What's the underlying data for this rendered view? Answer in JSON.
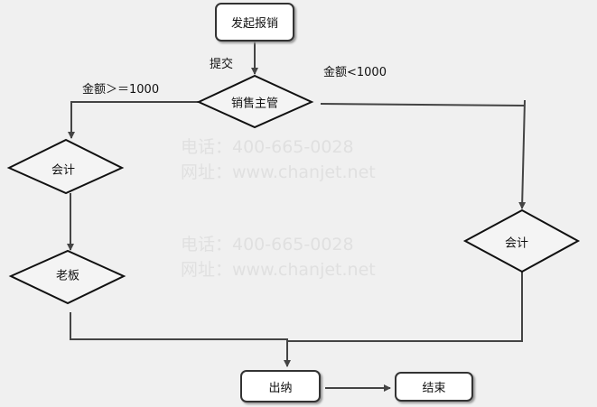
{
  "watermark": {
    "phone": "电话：400-665-0028",
    "site": "网址：www.chanjet.net"
  },
  "nodes": {
    "start": "发起报销",
    "sales_manager": "销售主管",
    "accountant_left": "会计",
    "boss": "老板",
    "accountant_right": "会计",
    "cashier": "出纳",
    "end": "结束"
  },
  "edges": {
    "submit": "提交",
    "amount_ge": "金额＞＝1000",
    "amount_lt": "金额<1000"
  }
}
